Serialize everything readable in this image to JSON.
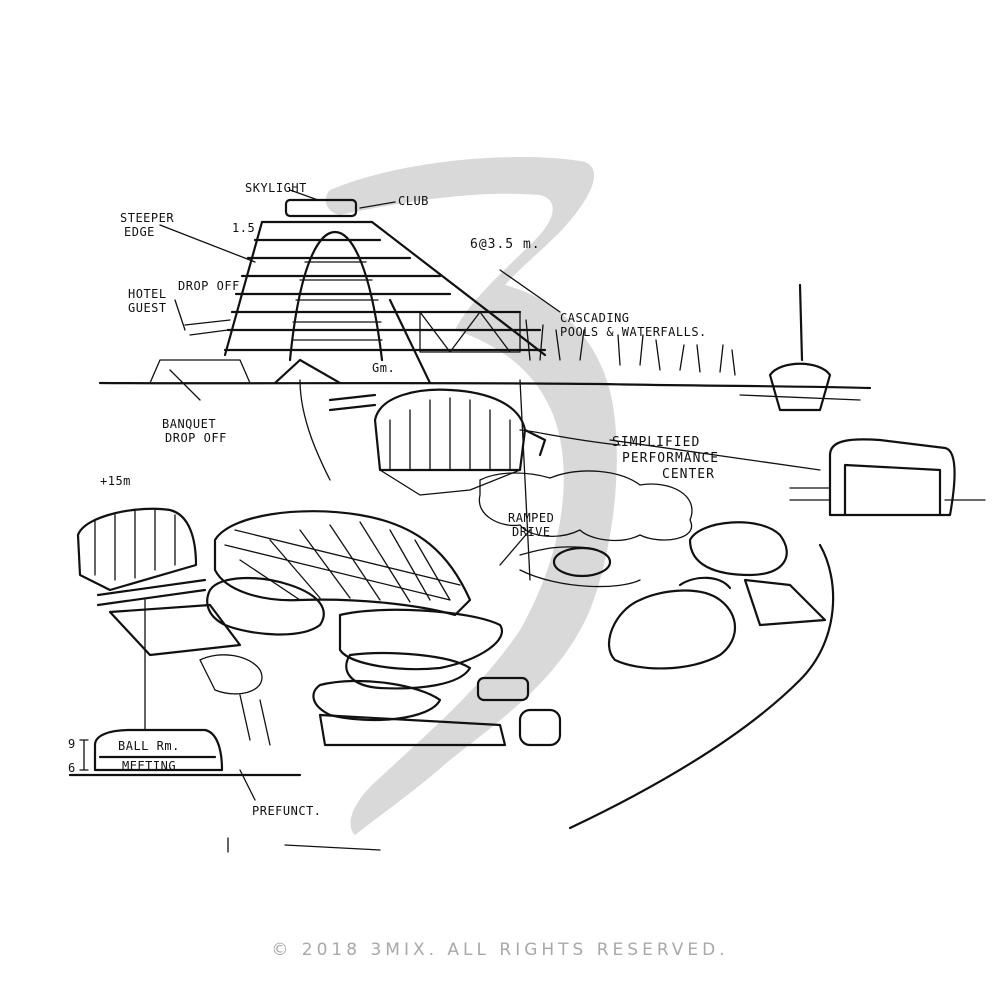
{
  "labels": {
    "skylight": "SKYLIGHT",
    "club": "CLUB",
    "steeper_edge": [
      "STEEPER",
      "EDGE"
    ],
    "hotel_guest": [
      "HOTEL",
      "GUEST"
    ],
    "drop_off": "DROP OFF",
    "banquet_drop_off": [
      "BANQUET",
      "DROP OFF"
    ],
    "floor_spacing": "6@3.5 m.",
    "cascading_pools": [
      "CASCADING",
      "POOLS & WATERFALLS."
    ],
    "performance_center": [
      "SIMPLIFIED",
      "PERFORMANCE",
      "CENTER"
    ],
    "ramped_drive": [
      "RAMPED",
      "DRIVE"
    ],
    "height_15m": "+15m",
    "ballroom": "BALL Rm.",
    "meeting": "MEETING",
    "prefunct": "PREFUNCT.",
    "gm": "Gm.",
    "level_1_5": "1.5",
    "level_9": "9",
    "level_6": "6"
  },
  "footer": {
    "copyright": "© 2018 3MIX. ALL RIGHTS RESERVED."
  },
  "colors": {
    "ink": "#111111",
    "watermark": "#d9d9d9",
    "footer_text": "#a8a8a8"
  }
}
